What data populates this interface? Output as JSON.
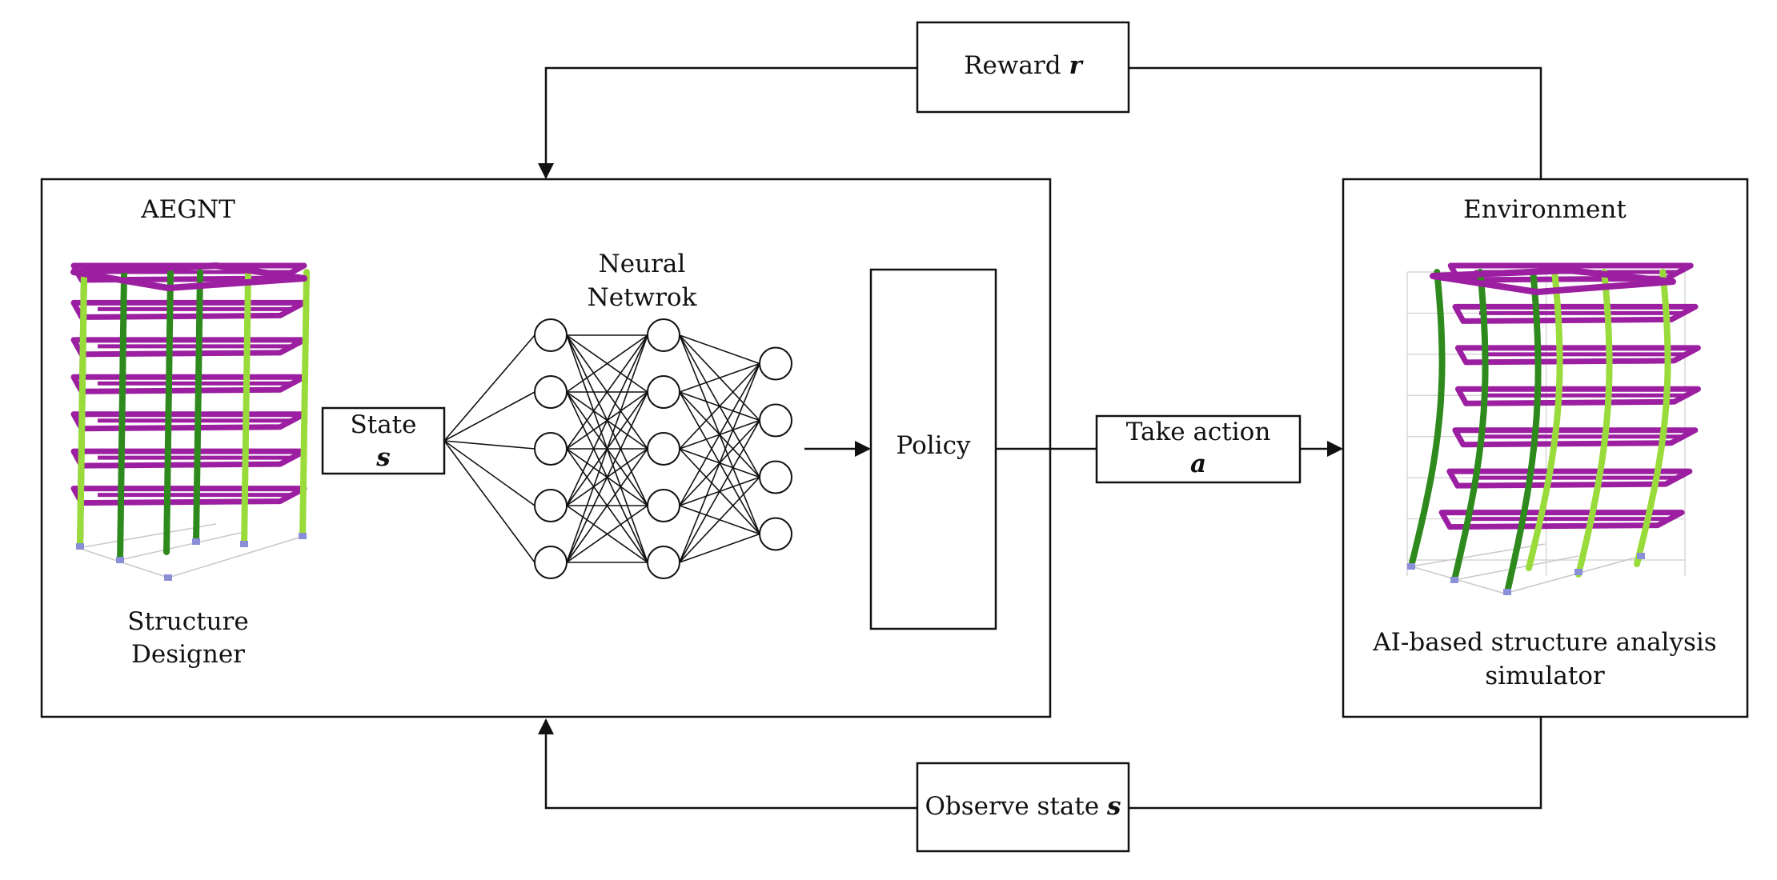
{
  "reward": {
    "text": "Reward",
    "symbol": "r"
  },
  "observe": {
    "text": "Observe state",
    "symbol": "s"
  },
  "agent": {
    "title": "AEGNT",
    "designer_line1": "Structure",
    "designer_line2": "Designer",
    "state_text": "State",
    "state_symbol": "s",
    "nn_line1": "Neural",
    "nn_line2": "Netwrok",
    "policy": "Policy"
  },
  "action": {
    "text": "Take action",
    "symbol": "a"
  },
  "environment": {
    "title": "Environment",
    "caption_line1": "AI-based structure analysis",
    "caption_line2": "simulator"
  },
  "neural_network": {
    "layer_sizes": [
      5,
      5,
      4
    ]
  },
  "colors": {
    "beam": "#9b1fa0",
    "column_light": "#9adb3c",
    "column_dark": "#2f8a1e",
    "column_yellow": "#e6e04a",
    "support": "#8a8fd8"
  }
}
